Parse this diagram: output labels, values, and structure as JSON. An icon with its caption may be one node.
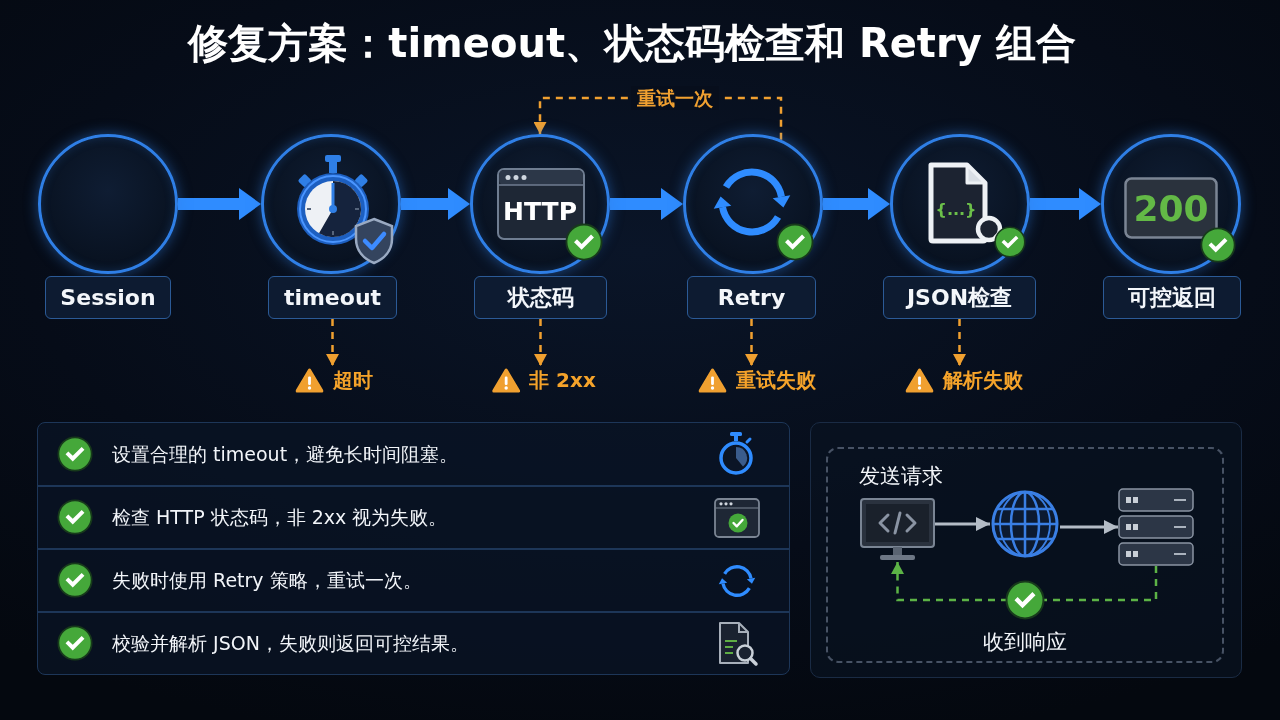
{
  "diagram": {
    "title": "修复方案：timeout、状态码检查和 Retry 组合",
    "nodes": [
      {
        "text": [],
        "shape": "circle"
      },
      {
        "text": [],
        "shape": "circle"
      },
      {
        "text": [
          "HTTP"
        ]
      },
      {
        "text": [],
        "shape": "circle"
      },
      {
        "text": [
          "{...}"
        ]
      },
      {
        "text": [
          "200"
        ]
      },
      {
        "text": [
          "Session"
        ]
      },
      {
        "text": [
          "timeout"
        ]
      },
      {
        "text": [
          "状态码"
        ]
      },
      {
        "text": [
          "Retry"
        ]
      },
      {
        "text": [
          "JSON检查"
        ]
      },
      {
        "text": [
          "可控返回"
        ]
      },
      {
        "text": [
          "超时"
        ]
      },
      {
        "text": [
          "非 2xx"
        ]
      },
      {
        "text": [
          "重试失败"
        ]
      },
      {
        "text": [
          "解析失败"
        ]
      },
      {
        "text": [],
        "shape": "picture",
        "beside": [
          "发送请求"
        ]
      },
      {
        "text": [],
        "shape": "picture"
      },
      {
        "text": [],
        "shape": "picture"
      }
    ],
    "edges": [
      {
        "from": 0,
        "to": 1,
        "arrow": "to",
        "style": "thick"
      },
      {
        "from": 1,
        "to": 2,
        "arrow": "to",
        "style": "thick"
      },
      {
        "from": 2,
        "to": 3,
        "arrow": "to",
        "style": "thick"
      },
      {
        "from": 3,
        "to": 4,
        "arrow": "to",
        "style": "thick"
      },
      {
        "from": 4,
        "to": 5,
        "arrow": "to",
        "style": "thick"
      },
      {
        "from": 7,
        "to": 12,
        "arrow": "to",
        "style": "dashed",
        "color": "#f0a030"
      },
      {
        "from": 8,
        "to": 13,
        "arrow": "to",
        "style": "dashed",
        "color": "#f0a030"
      },
      {
        "from": 9,
        "to": 14,
        "arrow": "to",
        "style": "dashed",
        "color": "#f0a030"
      },
      {
        "from": 10,
        "to": 15,
        "arrow": "to",
        "style": "dashed",
        "color": "#f0a030"
      },
      {
        "from": 3,
        "to": 2,
        "arrow": "to",
        "style": "dashed",
        "color": "#f0a030",
        "label": "重试一次"
      },
      {
        "from": 16,
        "to": 17,
        "arrow": "to",
        "color": "#b4bcc6"
      },
      {
        "from": 17,
        "to": 18,
        "arrow": "to",
        "color": "#b4bcc6"
      },
      {
        "from": 18,
        "to": 16,
        "arrow": "to",
        "style": "dashed",
        "color": "#5cb346",
        "label": "收到响应"
      }
    ],
    "labels": [
      "设置合理的 timeout，避免长时间阻塞。",
      "检查 HTTP 状态码，非 2xx 视为失败。",
      "失败时使用 Retry 策略，重试一次。",
      "校验并解析 JSON，失败则返回可控结果。"
    ]
  }
}
